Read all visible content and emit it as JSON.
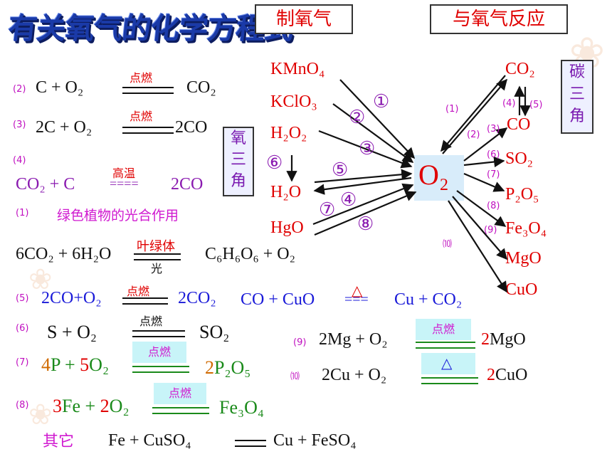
{
  "title": "有关氧气的化学方程式",
  "box_prepare": "制氧气",
  "box_react": "与氧气反应",
  "center_label": "O₂",
  "oxygen_triangle": [
    "氧",
    "三",
    "角"
  ],
  "carbon_triangle": [
    "碳",
    "三",
    "角"
  ],
  "sources": [
    "KMnO₄",
    "KClO₃",
    "H₂O₂",
    "H₂O",
    "HgO"
  ],
  "products": [
    "CO₂",
    "CO",
    "SO₂",
    "P₂O₅",
    "Fe₃O₄",
    "MgO",
    "CuO"
  ],
  "arrow_nums": {
    "c1": "①",
    "c2": "②",
    "c3": "③",
    "c4": "④",
    "c5": "⑤",
    "c6": "⑥",
    "c7": "⑦",
    "c8": "⑧",
    "p1": "(1)",
    "p2": "(2)",
    "p3": "(3)",
    "p4": "(4)",
    "p5": "(5)",
    "p6": "(6)",
    "p7": "(7)",
    "p8": "(8)",
    "p9": "(9)",
    "p10": "⑽"
  },
  "equations": {
    "e2": {
      "num": "(2)",
      "left": "C + O₂",
      "cond": "点燃",
      "right": "CO₂"
    },
    "e3": {
      "num": "(3)",
      "left": "2C + O₂",
      "cond": "点燃",
      "right": "2CO"
    },
    "e4": {
      "num": "(4)",
      "left": "CO₂ + C",
      "cond": "高温",
      "sign": "====",
      "right": "2CO"
    },
    "e1": {
      "num": "(1)",
      "text": "绿色植物的光合作用"
    },
    "photo": {
      "left": "6CO₂ + 6H₂O",
      "cond_top": "叶绿体",
      "cond_bottom": "光",
      "right": "C₆H₆O₆ + O₂"
    },
    "e5": {
      "num": "(5)",
      "left": "2CO+O₂",
      "cond": "点燃",
      "right": "2CO₂"
    },
    "cuo": {
      "left": "CO + CuO",
      "cond": "△",
      "sign": "===",
      "right": "Cu + CO₂"
    },
    "e6": {
      "num": "(6)",
      "left": "S + O₂",
      "cond": "点燃",
      "right": "SO₂"
    },
    "e7": {
      "num": "(7)",
      "c1": "4",
      "a": "P +",
      "c2": "5",
      "b": "O₂",
      "cond": "点燃",
      "c3": "2",
      "right": "P₂O₅"
    },
    "e8": {
      "num": "(8)",
      "c1": "3",
      "a": "Fe +",
      "c2": "2",
      "b": "O₂",
      "cond": "点燃",
      "right": "Fe₃O₄"
    },
    "e9": {
      "num": "(9)",
      "left": "2Mg + O₂",
      "cond": "点燃",
      "c": "2",
      "right": "MgO"
    },
    "e10": {
      "num": "⑽",
      "left": "2Cu + O₂",
      "cond": "△",
      "c": "2",
      "right": "CuO"
    },
    "other": {
      "label": "其它",
      "left": "Fe + CuSO₄",
      "right": "Cu + FeSO₄"
    }
  },
  "colors": {
    "title": "#1a3aa8",
    "red": "#e00000",
    "purple": "#8a1ab0",
    "highlight": "#c8f4f8"
  }
}
